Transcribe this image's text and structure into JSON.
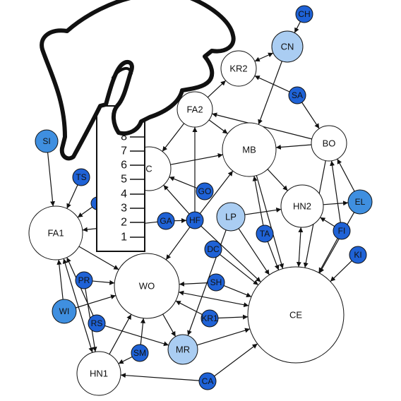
{
  "colors": {
    "background": "#ffffff",
    "outline": "#111111",
    "dark_node_fill": "#1f62d6",
    "medium_node_fill": "#3f8fe0",
    "light_node_fill": "#aacdf2",
    "white_node_fill": "#ffffff",
    "edge": "#111111"
  },
  "icons": [
    "hand-icon",
    "ruler-icon"
  ],
  "ruler": {
    "marks": [
      "8",
      "7",
      "6",
      "5",
      "4",
      "3",
      "2",
      "1"
    ]
  },
  "nodes": [
    {
      "id": "CH",
      "label": "CH",
      "fill": "dark"
    },
    {
      "id": "CN",
      "label": "CN",
      "fill": "light"
    },
    {
      "id": "KR2",
      "label": "KR2",
      "fill": "white"
    },
    {
      "id": "SA",
      "label": "SA",
      "fill": "dark"
    },
    {
      "id": "FA2",
      "label": "FA2",
      "fill": "white"
    },
    {
      "id": "BO",
      "label": "BO",
      "fill": "white"
    },
    {
      "id": "SI",
      "label": "SI",
      "fill": "medium"
    },
    {
      "id": "C",
      "label": "C",
      "fill": "white"
    },
    {
      "id": "MB",
      "label": "MB",
      "fill": "white"
    },
    {
      "id": "TS",
      "label": "TS",
      "fill": "dark"
    },
    {
      "id": "GO",
      "label": "GO",
      "fill": "dark"
    },
    {
      "id": "HN2",
      "label": "HN2",
      "fill": "white"
    },
    {
      "id": "EL",
      "label": "EL",
      "fill": "medium"
    },
    {
      "id": "FA1",
      "label": "FA1",
      "fill": "white"
    },
    {
      "id": "GA",
      "label": "GA",
      "fill": "dark"
    },
    {
      "id": "HF",
      "label": "HF",
      "fill": "dark"
    },
    {
      "id": "LP",
      "label": "LP",
      "fill": "light"
    },
    {
      "id": "TA",
      "label": "TA",
      "fill": "dark"
    },
    {
      "id": "FI",
      "label": "FI",
      "fill": "dark"
    },
    {
      "id": "DC",
      "label": "DC",
      "fill": "dark"
    },
    {
      "id": "KI",
      "label": "KI",
      "fill": "dark"
    },
    {
      "id": "PR",
      "label": "PR",
      "fill": "dark"
    },
    {
      "id": "WO",
      "label": "WO",
      "fill": "white"
    },
    {
      "id": "SH",
      "label": "SH",
      "fill": "dark"
    },
    {
      "id": "WI",
      "label": "WI",
      "fill": "medium"
    },
    {
      "id": "KR1",
      "label": "KR1",
      "fill": "dark"
    },
    {
      "id": "CE",
      "label": "CE",
      "fill": "white"
    },
    {
      "id": "RS",
      "label": "RS",
      "fill": "dark"
    },
    {
      "id": "SM",
      "label": "SM",
      "fill": "dark"
    },
    {
      "id": "MR",
      "label": "MR",
      "fill": "light"
    },
    {
      "id": "HN1",
      "label": "HN1",
      "fill": "white"
    },
    {
      "id": "CA",
      "label": "CA",
      "fill": "dark"
    },
    {
      "id": "U1",
      "label": "",
      "fill": "dark"
    }
  ],
  "edges": [
    {
      "from": "CH",
      "to": "CN"
    },
    {
      "from": "CN",
      "to": "KR2",
      "both": true
    },
    {
      "from": "CN",
      "to": "MB"
    },
    {
      "from": "SA",
      "to": "KR2"
    },
    {
      "from": "SA",
      "to": "BO"
    },
    {
      "from": "FA2",
      "to": "KR2"
    },
    {
      "from": "FA2",
      "to": "MB"
    },
    {
      "from": "FA2",
      "to": "C"
    },
    {
      "from": "BO",
      "to": "FA2"
    },
    {
      "from": "BO",
      "to": "MB"
    },
    {
      "from": "BO",
      "to": "CE"
    },
    {
      "from": "SI",
      "to": "FA1"
    },
    {
      "from": "C",
      "to": "MB"
    },
    {
      "from": "MB",
      "to": "HN2"
    },
    {
      "from": "MB",
      "to": "CE"
    },
    {
      "from": "TA",
      "to": "MB"
    },
    {
      "from": "TA",
      "to": "CE"
    },
    {
      "from": "GO",
      "to": "C"
    },
    {
      "from": "HF",
      "to": "C"
    },
    {
      "from": "HF",
      "to": "MB"
    },
    {
      "from": "HF",
      "to": "WO"
    },
    {
      "from": "HF",
      "to": "FA2"
    },
    {
      "from": "HF",
      "to": "CE"
    },
    {
      "from": "GA",
      "to": "HF"
    },
    {
      "from": "GA",
      "to": "FA1"
    },
    {
      "from": "LP",
      "to": "HN2"
    },
    {
      "from": "LP",
      "to": "CE"
    },
    {
      "from": "LP",
      "to": "MR"
    },
    {
      "from": "HN2",
      "to": "EL"
    },
    {
      "from": "HN2",
      "to": "CE",
      "both": true
    },
    {
      "from": "EL",
      "to": "CE"
    },
    {
      "from": "FI",
      "to": "HN2"
    },
    {
      "from": "FI",
      "to": "BO"
    },
    {
      "from": "FI",
      "to": "CE"
    },
    {
      "from": "EL",
      "to": "BO"
    },
    {
      "from": "KI",
      "to": "CE"
    },
    {
      "from": "DC",
      "to": "CE"
    },
    {
      "from": "SH",
      "to": "CE"
    },
    {
      "from": "SH",
      "to": "WO"
    },
    {
      "from": "PR",
      "to": "WO"
    },
    {
      "from": "PR",
      "to": "HN1"
    },
    {
      "from": "FA1",
      "to": "HN1",
      "both": true
    },
    {
      "from": "FA1",
      "to": "WO"
    },
    {
      "from": "WI",
      "to": "WO"
    },
    {
      "from": "WI",
      "to": "FA1"
    },
    {
      "from": "RS",
      "to": "FA1"
    },
    {
      "from": "RS",
      "to": "MR"
    },
    {
      "from": "WO",
      "to": "CE",
      "both": true
    },
    {
      "from": "WO",
      "to": "MR"
    },
    {
      "from": "KR1",
      "to": "WO"
    },
    {
      "from": "KR1",
      "to": "CE"
    },
    {
      "from": "SM",
      "to": "WO"
    },
    {
      "from": "MR",
      "to": "CE"
    },
    {
      "from": "HN1",
      "to": "WO"
    },
    {
      "from": "SM",
      "to": "HN1"
    },
    {
      "from": "CA",
      "to": "HN1"
    },
    {
      "from": "CA",
      "to": "CE"
    },
    {
      "from": "TS",
      "to": "FA1"
    },
    {
      "from": "U1",
      "to": "FA1"
    }
  ]
}
